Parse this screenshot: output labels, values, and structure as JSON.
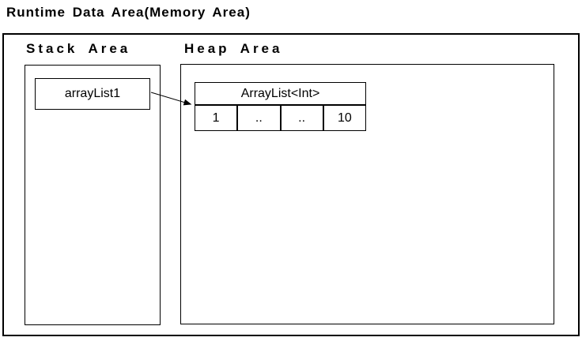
{
  "title": "Runtime Data Area(Memory Area)",
  "colors": {
    "line": "#000000",
    "text": "#000000",
    "background": "#ffffff"
  },
  "stack": {
    "label": "Stack Area",
    "variable": "arrayList1"
  },
  "heap": {
    "label": "Heap Area",
    "object": {
      "type": "ArrayList<Int>",
      "cells": [
        "1",
        "..",
        "..",
        "10"
      ]
    }
  },
  "arrow": {
    "from": "arrayList1",
    "to": "ArrayList<Int>"
  }
}
